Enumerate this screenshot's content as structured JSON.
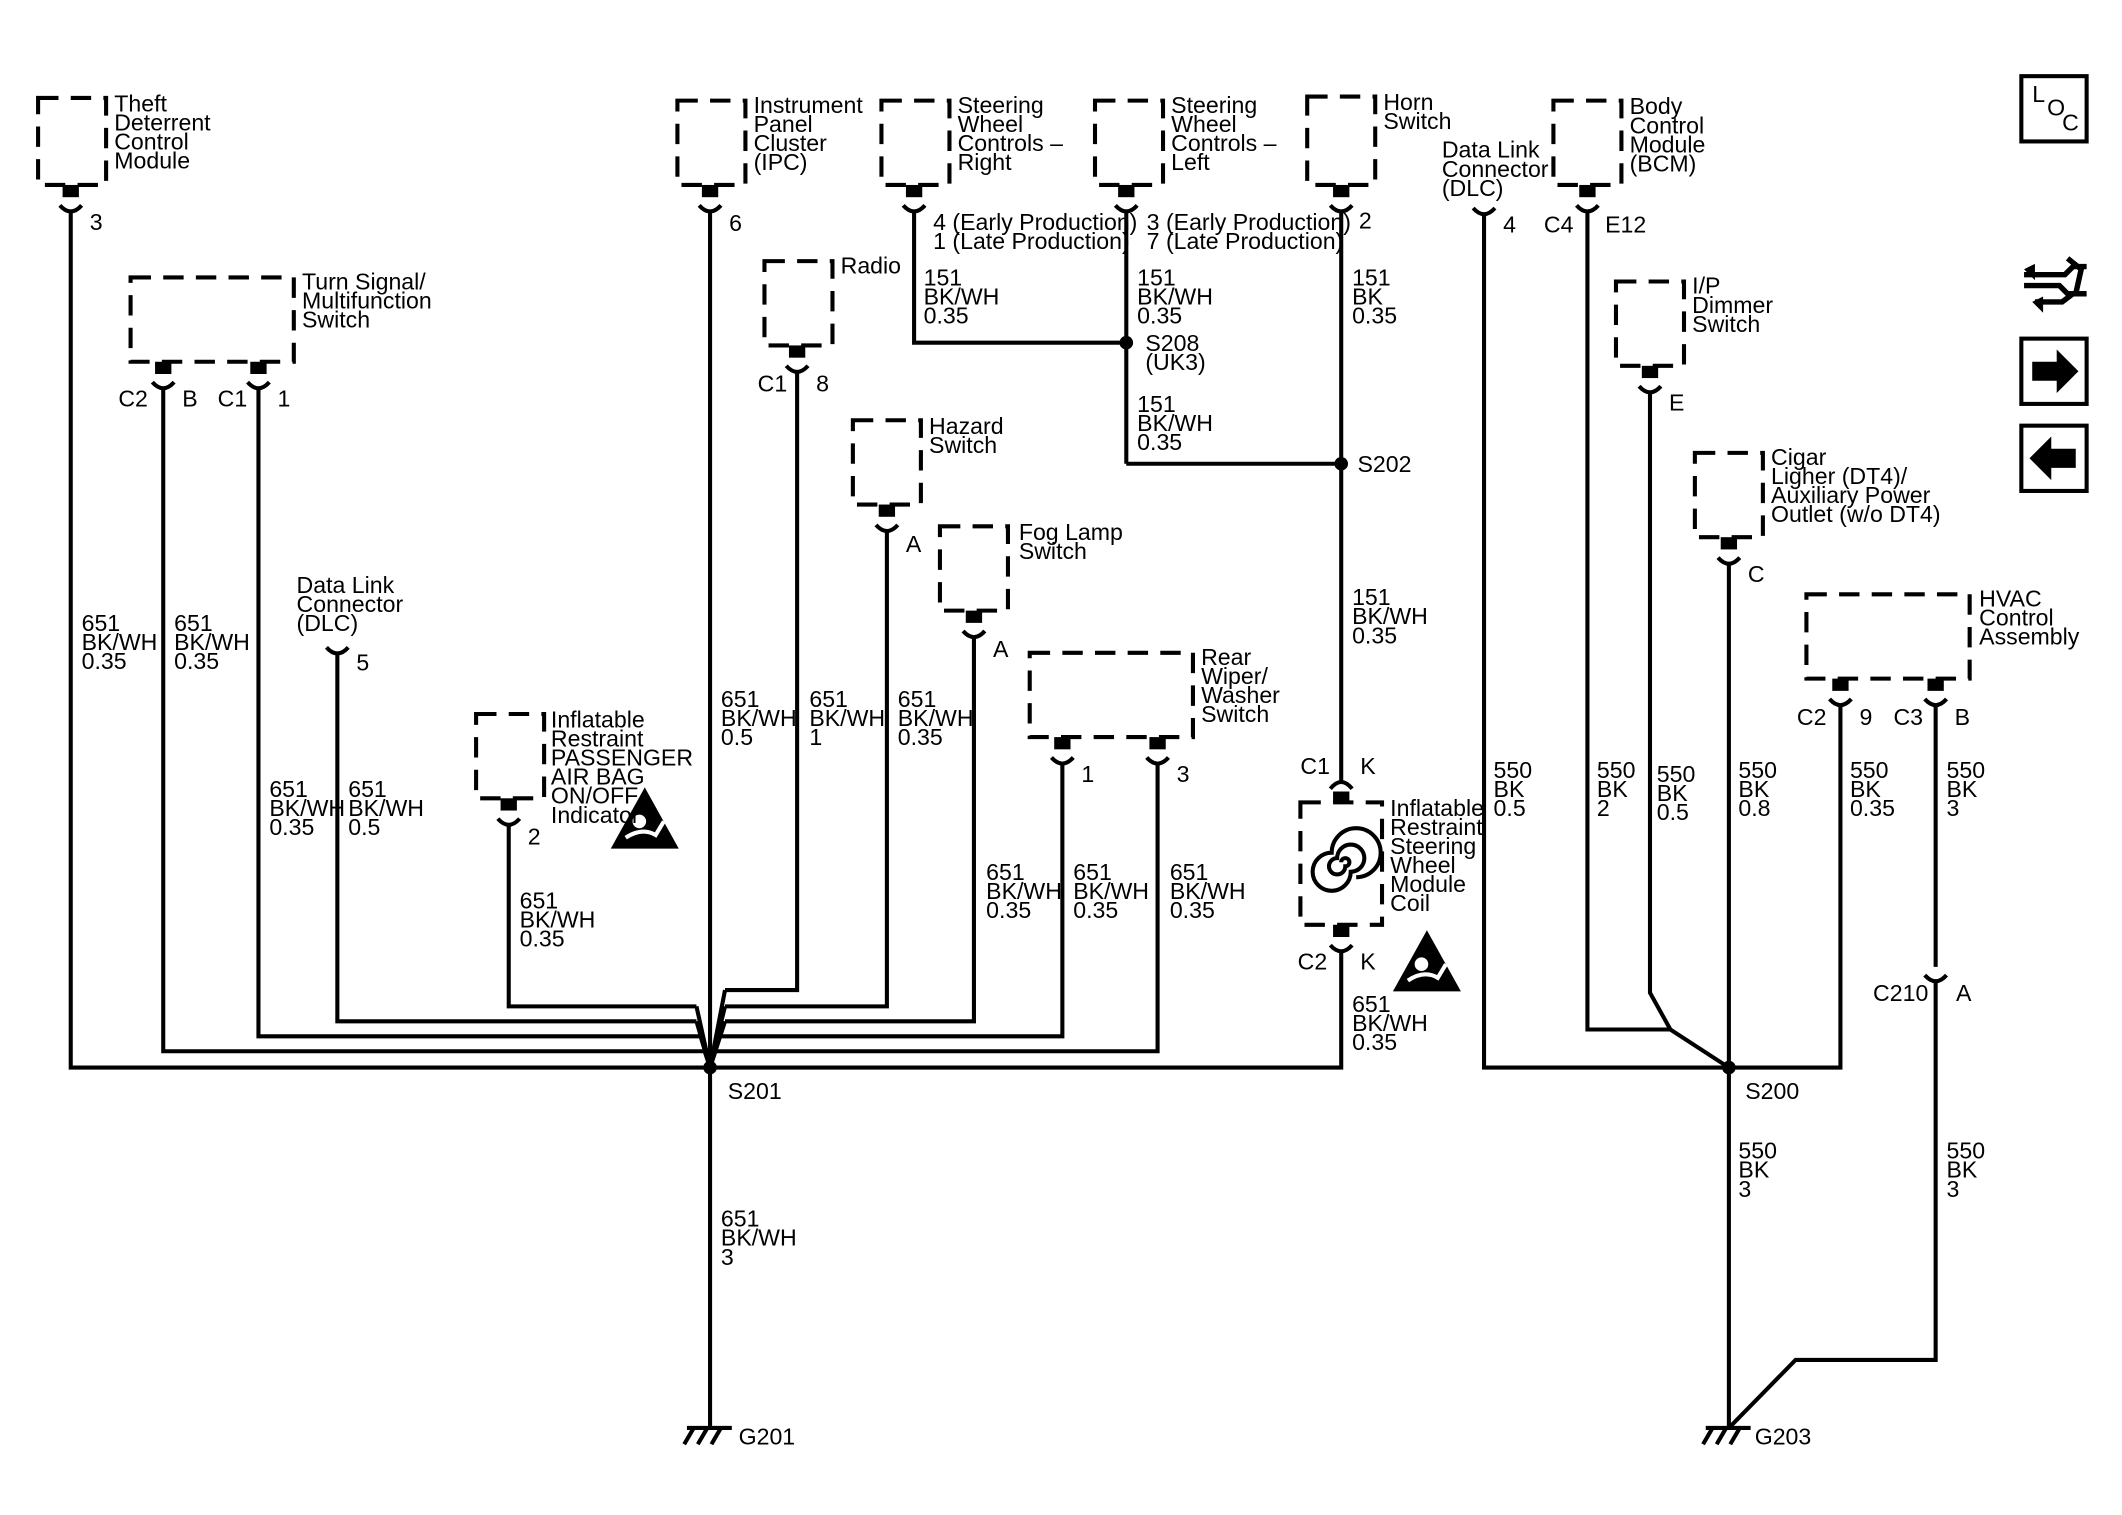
{
  "components": {
    "theft_deterrent": [
      "Theft",
      "Deterrent",
      "Control",
      "Module"
    ],
    "instrument_panel": [
      "Instrument",
      "Panel",
      "Cluster",
      "(IPC)"
    ],
    "sw_controls_right": [
      "Steering",
      "Wheel",
      "Controls –",
      "Right"
    ],
    "sw_controls_left": [
      "Steering",
      "Wheel",
      "Controls –",
      "Left"
    ],
    "horn_switch": [
      "Horn",
      "Switch"
    ],
    "dlc_right": [
      "Data Link",
      "Connector",
      "(DLC)"
    ],
    "bcm": [
      "Body",
      "Control",
      "Module",
      "(BCM)"
    ],
    "turn_signal": [
      "Turn Signal/",
      "Multifunction",
      "Switch"
    ],
    "radio": [
      "Radio"
    ],
    "dlc_left": [
      "Data Link",
      "Connector",
      "(DLC)"
    ],
    "ip_dimmer": [
      "I/P",
      "Dimmer",
      "Switch"
    ],
    "hazard": [
      "Hazard",
      "Switch"
    ],
    "fog_lamp": [
      "Fog Lamp",
      "Switch"
    ],
    "cigar_lighter": [
      "Cigar",
      "Ligher (DT4)/",
      "Auxiliary Power",
      "Outlet (w/o DT4)"
    ],
    "hvac": [
      "HVAC",
      "Control",
      "Assembly"
    ],
    "rear_wiper": [
      "Rear",
      "Wiper/",
      "Washer",
      "Switch"
    ],
    "passenger_airbag": [
      "Inflatable",
      "Restraint",
      "PASSENGER",
      "AIR BAG",
      "ON/OFF",
      "Indicator"
    ],
    "sw_module_coil": [
      "Inflatable",
      "Restraint",
      "Steering",
      "Wheel",
      "Module",
      "Coil"
    ]
  },
  "pins": {
    "theft": "3",
    "ipc": "6",
    "swr": [
      "4 (Early Production)",
      "1 (Late Production)"
    ],
    "swl": [
      "3 (Early Production)",
      "7 (Late Production)"
    ],
    "horn": "2",
    "dlc_right": "4",
    "bcm_conn": "C4",
    "bcm_pin": "E12",
    "ts_c2": "C2",
    "ts_b": "B",
    "ts_c1": "C1",
    "ts_1": "1",
    "radio_c1": "C1",
    "radio_8": "8",
    "dlc_left": "5",
    "dimmer": "E",
    "hazard": "A",
    "fog": "A",
    "cigar": "C",
    "hvac_c2": "C2",
    "hvac_9": "9",
    "hvac_c3": "C3",
    "hvac_b": "B",
    "rw_1": "1",
    "rw_3": "3",
    "pab": "2",
    "coil_c1": "C1",
    "coil_k1": "K",
    "coil_c2": "C2",
    "coil_k2": "K",
    "c210": "C210",
    "c210_a": "A"
  },
  "wires": {
    "w_theft": [
      "651",
      "BK/WH",
      "0.35"
    ],
    "w_ts_b": [
      "651",
      "BK/WH",
      "0.35"
    ],
    "w_ts_1": [
      "651",
      "BK/WH",
      "0.35"
    ],
    "w_dlc_l": [
      "651",
      "BK/WH",
      "0.5"
    ],
    "w_pab": [
      "651",
      "BK/WH",
      "0.35"
    ],
    "w_ipc": [
      "651",
      "BK/WH",
      "0.5"
    ],
    "w_radio": [
      "651",
      "BK/WH",
      "1"
    ],
    "w_hazard": [
      "651",
      "BK/WH",
      "0.35"
    ],
    "w_fog": [
      "651",
      "BK/WH",
      "0.35"
    ],
    "w_rw1": [
      "651",
      "BK/WH",
      "0.35"
    ],
    "w_rw3": [
      "651",
      "BK/WH",
      "0.35"
    ],
    "w_coil": [
      "651",
      "BK/WH",
      "0.35"
    ],
    "w_g201": [
      "651",
      "BK/WH",
      "3"
    ],
    "w_swr": [
      "151",
      "BK/WH",
      "0.35"
    ],
    "w_swl": [
      "151",
      "BK/WH",
      "0.35"
    ],
    "w_horn": [
      "151",
      "BK",
      "0.35"
    ],
    "w_s208": [
      "151",
      "BK/WH",
      "0.35"
    ],
    "w_s202": [
      "151",
      "BK/WH",
      "0.35"
    ],
    "w_dlc_r": [
      "550",
      "BK",
      "0.5"
    ],
    "w_bcm": [
      "550",
      "BK",
      "2"
    ],
    "w_dimmer": [
      "550",
      "BK",
      "0.5"
    ],
    "w_cigar": [
      "550",
      "BK",
      "0.8"
    ],
    "w_hvac9": [
      "550",
      "BK",
      "0.35"
    ],
    "w_hvacb": [
      "550",
      "BK",
      "3"
    ],
    "w_g203a": [
      "550",
      "BK",
      "3"
    ],
    "w_g203b": [
      "550",
      "BK",
      "3"
    ]
  },
  "splices": {
    "s201": "S201",
    "s200": "S200",
    "s202": "S202",
    "s208": [
      "S208",
      "(UK3)"
    ]
  },
  "grounds": {
    "g201": "G201",
    "g203": "G203"
  },
  "nav": {
    "loc": [
      "L",
      "O",
      "C"
    ]
  },
  "icons": [
    "loc-icon",
    "harness-icon",
    "arrow-right-icon",
    "arrow-left-icon",
    "airbag-warning-icon"
  ]
}
